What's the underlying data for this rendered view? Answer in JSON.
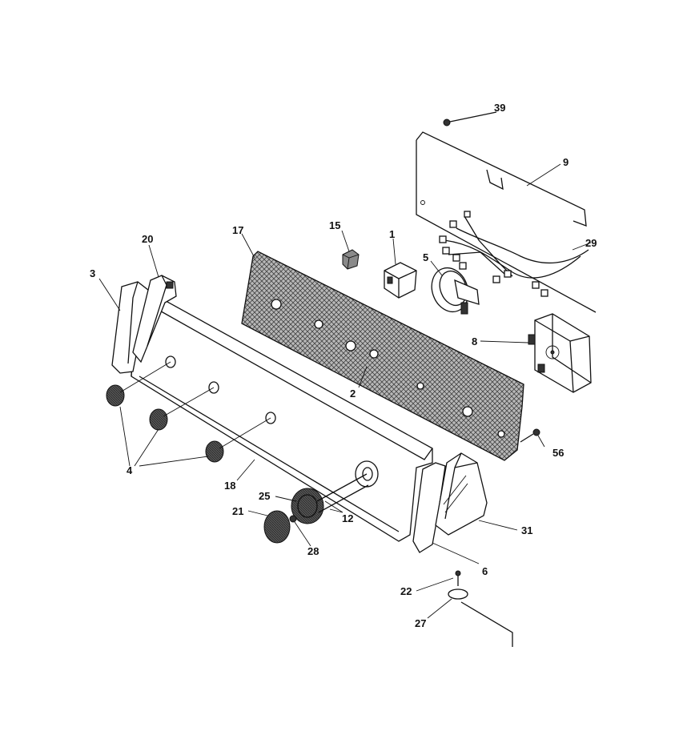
{
  "callouts": [
    {
      "id": "39",
      "label": "39"
    },
    {
      "id": "9",
      "label": "9"
    },
    {
      "id": "29",
      "label": "29"
    },
    {
      "id": "15",
      "label": "15"
    },
    {
      "id": "1",
      "label": "1"
    },
    {
      "id": "5",
      "label": "5"
    },
    {
      "id": "17",
      "label": "17"
    },
    {
      "id": "20",
      "label": "20"
    },
    {
      "id": "3",
      "label": "3"
    },
    {
      "id": "8a",
      "label": "8"
    },
    {
      "id": "2",
      "label": "2"
    },
    {
      "id": "56",
      "label": "56"
    },
    {
      "id": "4",
      "label": "4"
    },
    {
      "id": "18",
      "label": "18"
    },
    {
      "id": "25",
      "label": "25"
    },
    {
      "id": "21",
      "label": "21"
    },
    {
      "id": "12",
      "label": "12"
    },
    {
      "id": "28",
      "label": "28"
    },
    {
      "id": "31",
      "label": "31"
    },
    {
      "id": "6",
      "label": "6"
    },
    {
      "id": "22",
      "label": "22"
    },
    {
      "id": "27",
      "label": "27"
    }
  ]
}
